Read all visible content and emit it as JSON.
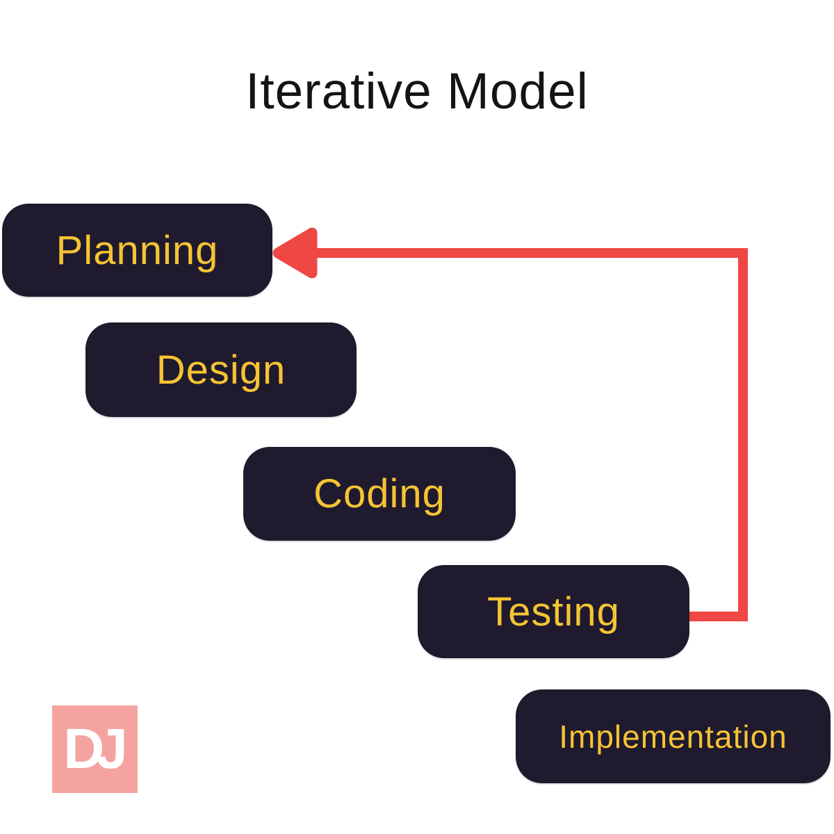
{
  "title": "Iterative Model",
  "steps": [
    {
      "label": "Planning"
    },
    {
      "label": "Design"
    },
    {
      "label": "Coding"
    },
    {
      "label": "Testing"
    },
    {
      "label": "Implementation"
    }
  ],
  "arrow": {
    "from": "Testing",
    "to": "Planning",
    "direction": "right-up-left"
  },
  "logo": {
    "text": "DJ"
  },
  "colors": {
    "background": "#ffffff",
    "box_background": "#201a2e",
    "box_label": "#f5c433",
    "arrow": "#ee4744",
    "logo_background": "#f4a3a0",
    "logo_text_color": "#ffffff",
    "title_color": "#141414"
  }
}
